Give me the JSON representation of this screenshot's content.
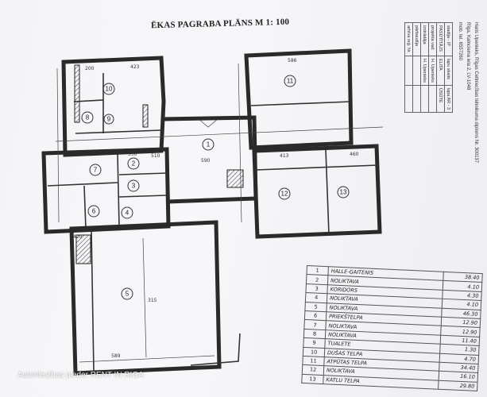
{
  "document": {
    "title": "ĒKAS PAGRABA PLĀNS M 1: 100",
    "watermark": "Autortiesības pieder RENT IN RIGA"
  },
  "rooms": [
    {
      "no": "1",
      "name": "HALLE-GAITENIS",
      "area": "38.40"
    },
    {
      "no": "2",
      "name": "NOLIKTAVA",
      "area": "4.10"
    },
    {
      "no": "3",
      "name": "KORIDORS",
      "area": "4.30"
    },
    {
      "no": "4",
      "name": "NOLIKTAVA",
      "area": "4.10"
    },
    {
      "no": "5",
      "name": "NOLIKTAVA",
      "area": "46.30"
    },
    {
      "no": "6",
      "name": "PRIEKŠTELPA",
      "area": "12.90"
    },
    {
      "no": "7",
      "name": "NOLIKTAVA",
      "area": "12.90"
    },
    {
      "no": "8",
      "name": "NOLIKTAVA",
      "area": "11.40"
    },
    {
      "no": "9",
      "name": "TUALETE",
      "area": "1.30"
    },
    {
      "no": "10",
      "name": "DUŠAS TELPA",
      "area": "4.70"
    },
    {
      "no": "11",
      "name": "ATPŪTAS TELPA",
      "area": "34.40"
    },
    {
      "no": "12",
      "name": "NOLIKTAVA",
      "area": "16.10"
    },
    {
      "no": "13",
      "name": "KATLU TELPA",
      "area": "29.80"
    }
  ],
  "stamp": {
    "lines": [
      "Haris Upenieks, Rīgas Celtniecības tehnikuma diploms Nr. 300137",
      "Rīga, Kalnciema iela 2, LV-1048",
      "mob. tel. 6557260"
    ],
    "grid": [
      [
        "stadija - IP",
        "lapu skaits",
        "lapa AR - 3"
      ],
      [
        "PASŪTĪTĀJS",
        "ELITA",
        "ŪSŪTE"
      ],
      [
        "projekta vad.",
        "H. Upenieks",
        ""
      ],
      [
        "izstrādāja",
        "H. Upenieks",
        ""
      ],
      [
        "pārbaudīja",
        "",
        ""
      ],
      [
        "arhīva reģ. Nr.",
        "",
        ""
      ]
    ]
  },
  "plan_labels": {
    "room_numbers": [
      "1",
      "2",
      "3",
      "4",
      "5",
      "6",
      "7",
      "8",
      "9",
      "10",
      "11",
      "12",
      "13"
    ],
    "dimensions": [
      "200",
      "423",
      "586",
      "413",
      "460",
      "330",
      "510",
      "590",
      "420",
      "315",
      "589"
    ]
  },
  "colors": {
    "paper": "#f4f4f7",
    "ink": "#2a2a2a"
  }
}
